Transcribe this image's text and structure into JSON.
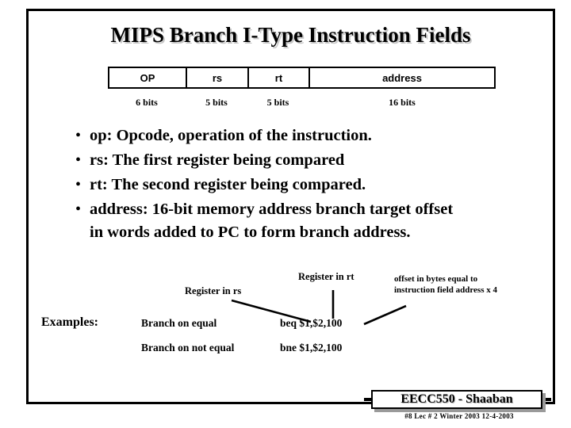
{
  "slide": {
    "title": "MIPS Branch I-Type Instruction Fields"
  },
  "field_table": {
    "fields": [
      {
        "name": "OP",
        "bits": "6 bits"
      },
      {
        "name": "rs",
        "bits": "5 bits"
      },
      {
        "name": "rt",
        "bits": "5 bits"
      },
      {
        "name": "address",
        "bits": "16  bits"
      }
    ]
  },
  "bullets": [
    {
      "marker": "•",
      "text": "op: Opcode, operation of the instruction."
    },
    {
      "marker": "•",
      "text": "rs: The first register being compared"
    },
    {
      "marker": "•",
      "text": "rt:  The second register being compared."
    },
    {
      "marker": "•",
      "text": "address:  16-bit memory address branch target offset in words added to PC to form branch address."
    }
  ],
  "annotations": {
    "register_in_rs": "Register in rs",
    "register_in_rt": "Register in rt",
    "offset_note_line1": "offset in bytes equal to",
    "offset_note_line2": "instruction field address x 4"
  },
  "examples": {
    "label": "Examples:",
    "rows": [
      {
        "description": "Branch on equal",
        "code": "beq $1,$2,100"
      },
      {
        "description": "Branch on not equal",
        "code": "bne $1,$2,100"
      }
    ]
  },
  "footer": {
    "badge": "EECC550 - Shaaban",
    "meta": "#8   Lec # 2   Winter 2003   12-4-2003"
  },
  "colors": {
    "background": "#ffffff",
    "foreground": "#000000",
    "title_shadow": "#c8c8c8",
    "badge_shadow": "#9a9a9a"
  }
}
